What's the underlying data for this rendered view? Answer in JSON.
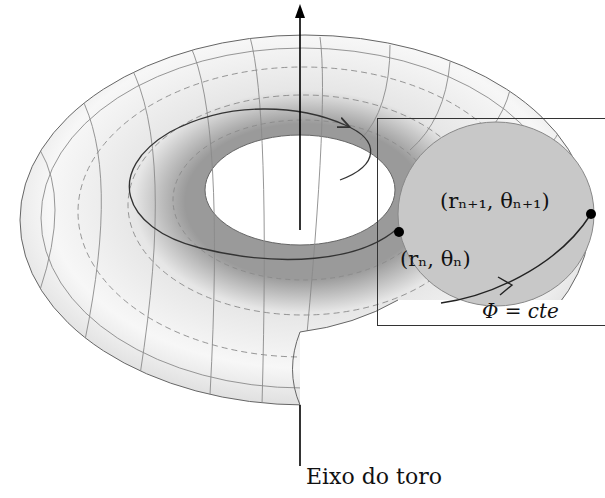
{
  "diagram": {
    "nodes": [
      {
        "text": [
          "Φ = cte"
        ]
      },
      {
        "text": [
          "(rₙ, θₙ)",
          "(rₙ₊₁, θₙ₊₁)"
        ],
        "in": 0
      }
    ],
    "labels": [
      "Eixo do toro"
    ]
  }
}
